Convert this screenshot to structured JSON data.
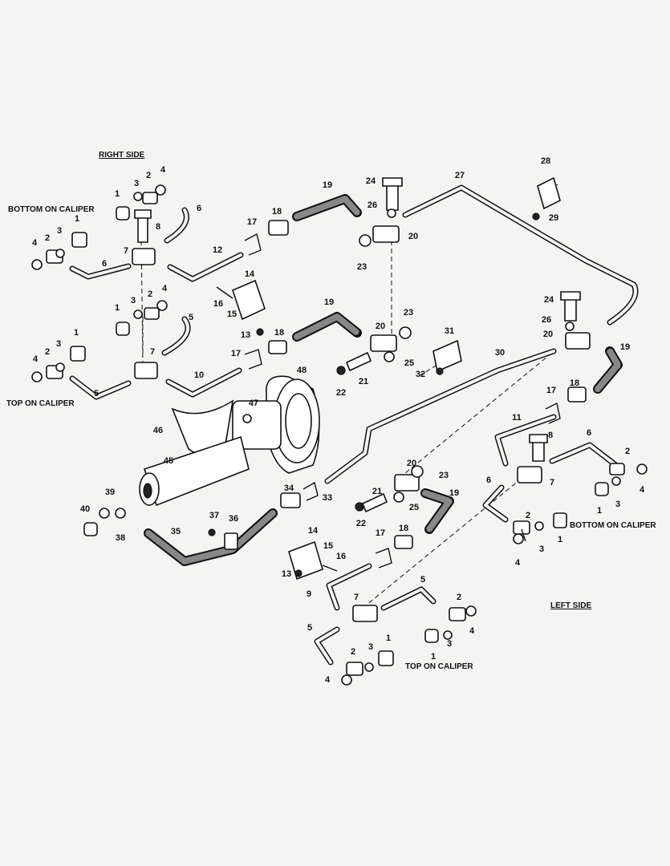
{
  "labels": {
    "right_side": "RIGHT SIDE",
    "left_side": "LEFT SIDE",
    "bottom_caliper_right": "BOTTOM ON CALIPER",
    "top_caliper_right": "TOP ON CALIPER",
    "bottom_caliper_left": "BOTTOM ON CALIPER",
    "top_caliper_left": "TOP ON CALIPER"
  },
  "callouts": [
    "1",
    "2",
    "3",
    "4",
    "1",
    "8",
    "3",
    "2",
    "4",
    "6",
    "7",
    "6",
    "12",
    "17",
    "18",
    "19",
    "24",
    "26",
    "20",
    "23",
    "27",
    "28",
    "29",
    "4",
    "2",
    "3",
    "1",
    "1",
    "3",
    "2",
    "4",
    "5",
    "7",
    "5",
    "10",
    "16",
    "15",
    "14",
    "13",
    "17",
    "18",
    "19",
    "20",
    "23",
    "25",
    "21",
    "22",
    "31",
    "32",
    "30",
    "24",
    "26",
    "20",
    "19",
    "18",
    "17",
    "11",
    "8",
    "6",
    "2",
    "7",
    "6",
    "4",
    "1",
    "3",
    "2",
    "4",
    "1",
    "3",
    "48",
    "47",
    "46",
    "45",
    "39",
    "40",
    "38",
    "37",
    "36",
    "35",
    "34",
    "33",
    "20",
    "23",
    "21",
    "25",
    "22",
    "19",
    "18",
    "17",
    "14",
    "15",
    "16",
    "13",
    "9",
    "7",
    "5",
    "2",
    "4",
    "1",
    "3",
    "5",
    "2",
    "3",
    "1",
    "4"
  ]
}
